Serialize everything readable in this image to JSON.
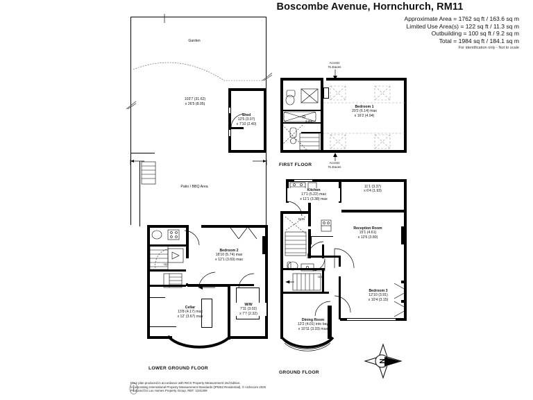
{
  "header": {
    "title": "Boscombe Avenue, Hornchurch, RM11",
    "areas": [
      "Approximate Area = 1762 sq ft / 163.6 sq m",
      "Limited Use Area(s) = 122 sq ft / 11.3 sq m",
      "Outbuilding = 100 sq ft / 9.2 sq m",
      "Total = 1984 sq ft / 184.1 sq m"
    ],
    "disclaimer": "For identification only - Not to scale"
  },
  "garden": {
    "label": "Garden",
    "dimension_line1": "103'7 (31.62)",
    "dimension_line2": "x 26'5 (8.05)",
    "shed_label": "Shed",
    "shed_dim1": "12'5 (3.07)",
    "shed_dim2": "x 7'10 (2.40)",
    "patio_label": "Patio / BBQ Area"
  },
  "first_floor": {
    "name": "FIRST FLOOR",
    "access_top_line1": "Access",
    "access_top_line2": "To Eaves",
    "access_bottom_line1": "Access",
    "access_bottom_line2": "To Eaves",
    "bedroom1_label": "Bedroom 1",
    "bedroom1_dim1": "20'2 (6.14) max",
    "bedroom1_dim2": "x 16'2 (4.94)",
    "eaves_note": "2.0m"
  },
  "ground_floor": {
    "name": "GROUND FLOOR",
    "kitchen_label": "Kitchen",
    "kitchen_dim1": "17'1 (5.22) max",
    "kitchen_dim2": "x 11'1 (3.38) max",
    "utility_dim1": "11'1 (3.37)",
    "utility_dim2": "x 6'4 (1.93)",
    "reception_label": "Reception Room",
    "reception_dim1": "15'1 (4.61)",
    "reception_dim2": "x 12'6 (3.80)",
    "bedroom3_label": "Bedroom 3",
    "bedroom3_dim1": "12'10 (3.91)",
    "bedroom3_dim2": "x 10'4 (3.15)",
    "dining_label": "Dining Room",
    "dining_dim1": "13'2 (4.01) into bay",
    "dining_dim2": "x 10'11 (3.33) max",
    "dcvr_label": "Dcvr",
    "up_label": "Up"
  },
  "lower_ground_floor": {
    "name": "LOWER GROUND FLOOR",
    "bedroom2_label": "Bedroom 2",
    "bedroom2_dim1": "18'10 (5.74) max",
    "bedroom2_dim2": "x 12'1 (3.69) max",
    "cellar_label": "Cellar",
    "cellar_dim1": "13'8 (4.17) max",
    "cellar_dim2": "x 12' (3.67) max",
    "ww_label": "W/W",
    "ww_dim1": "7'11 (3.02)",
    "ww_dim2": "x 7'7 (2.32)",
    "up_label": "Up"
  },
  "compass": {
    "north_label": "N"
  },
  "footer": {
    "line1": "Floor plan produced in accordance with RICS Property Measurement 2nd Edition.",
    "line2": "Incorporating International Property Measurement Standards (IPMS2 Residential).   © nichecom 2025",
    "line3": "Produced for Lux Homes Property Group.    REF: 1331309"
  }
}
